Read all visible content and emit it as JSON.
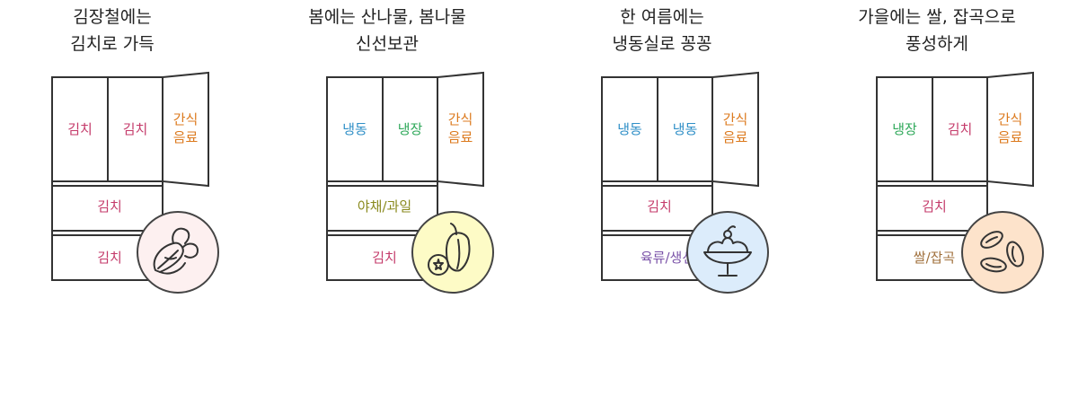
{
  "panels": [
    {
      "title_lines": [
        "김장철에는",
        "김치로 가득"
      ],
      "compartments": {
        "top_left": "김치",
        "top_mid": "김치",
        "door": [
          "간식",
          "음료"
        ],
        "drawer1": "김치",
        "drawer2": "김치"
      },
      "icon": "napa-cabbage-icon",
      "badge_color": "#fdf0f0"
    },
    {
      "title_lines": [
        "봄에는 산나물, 봄나물",
        "신선보관"
      ],
      "compartments": {
        "top_left": "냉동",
        "top_mid": "냉장",
        "door": [
          "간식",
          "음료"
        ],
        "drawer1": "야채/과일",
        "drawer2": "김치"
      },
      "icon": "pepper-fruit-icon",
      "badge_color": "#fdfbc6"
    },
    {
      "title_lines": [
        "한 여름에는",
        "냉동실로 꽁꽁"
      ],
      "compartments": {
        "top_left": "냉동",
        "top_mid": "냉동",
        "door": [
          "간식",
          "음료"
        ],
        "drawer1": "김치",
        "drawer2": "육류/생선"
      },
      "icon": "ice-cream-bowl-icon",
      "badge_color": "#dcecfb"
    },
    {
      "title_lines": [
        "가을에는 쌀, 잡곡으로",
        "풍성하게"
      ],
      "compartments": {
        "top_left": "냉장",
        "top_mid": "김치",
        "door": [
          "간식",
          "음료"
        ],
        "drawer1": "김치",
        "drawer2": "쌀/잡곡"
      },
      "icon": "beans-grain-icon",
      "badge_color": "#fde3cb"
    }
  ]
}
